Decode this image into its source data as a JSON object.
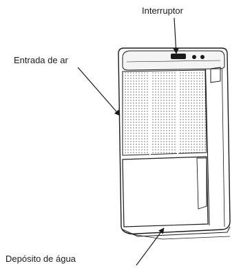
{
  "labels": {
    "switch": "Interruptor",
    "air_inlet": "Entrada de ar",
    "water_tank": "Depósito de água"
  },
  "colors": {
    "line": "#1a1a1a",
    "mesh": "#6a6a6a",
    "background": "#ffffff"
  }
}
